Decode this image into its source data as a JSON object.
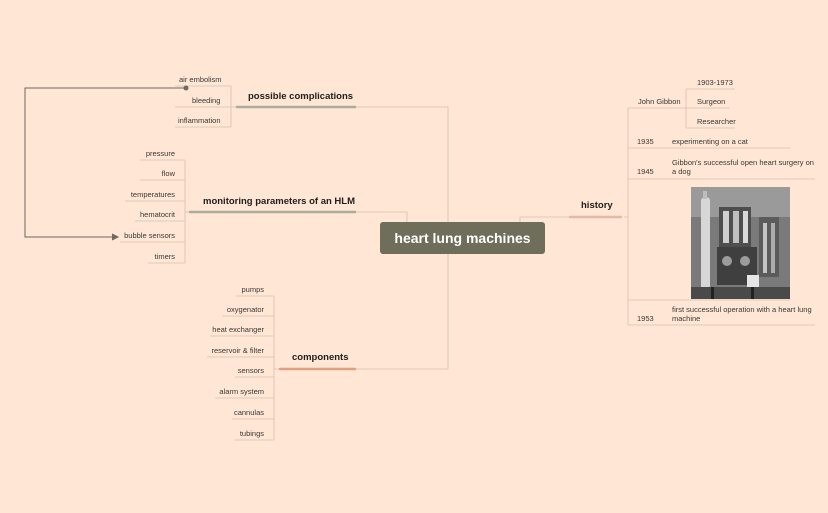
{
  "root": {
    "label": "heart lung machines"
  },
  "branches": {
    "complications": {
      "label": "possible complications",
      "items": [
        "air embolism",
        "bleeding",
        "inflammation"
      ]
    },
    "monitoring": {
      "label": "monitoring parameters of an HLM",
      "items": [
        "pressure",
        "flow",
        "temperatures",
        "hematocrit",
        "bubble sensors",
        "timers"
      ]
    },
    "components": {
      "label": "components",
      "items": [
        "pumps",
        "oxygenator",
        "heat exchanger",
        "reservoir & filter",
        "sensors",
        "alarm system",
        "cannulas",
        "tubings"
      ]
    },
    "history": {
      "label": "history",
      "person": "John Gibbon",
      "person_details": [
        "1903-1973",
        "Surgeon",
        "Researcher"
      ],
      "events": [
        {
          "year": "1935",
          "text": "experimenting on a cat"
        },
        {
          "year": "1945",
          "text": "Gibbon's successful open heart surgery on a dog"
        },
        {
          "year": "1953",
          "text": "first successful operation with a heart lung machine"
        }
      ]
    }
  },
  "colors": {
    "background": "#ffe6d5",
    "root": "#6e6e5b",
    "complications_line": "#a9ad99",
    "monitoring_line": "#a9ad99",
    "components_line": "#e0a083",
    "history_line": "#e7b7a7",
    "connector": "#6b6b60"
  }
}
